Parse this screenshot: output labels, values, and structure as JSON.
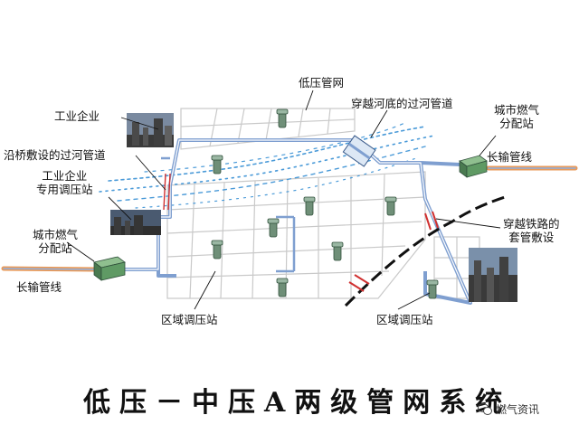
{
  "labels": {
    "low_pressure_network": "低压管网",
    "river_bottom_crossing": "穿越河底的过河管道",
    "city_gas_station_right": "城市燃气\n分配站",
    "long_pipeline_right": "长输管线",
    "industrial_enterprise": "工业企业",
    "bridge_crossing": "沿桥敷设的过河管道",
    "industrial_dedicated_station": "工业企业\n专用调压站",
    "city_gas_station_left": "城市燃气\n分配站",
    "long_pipeline_left": "长输管线",
    "regional_station_left": "区域调压站",
    "regional_station_right": "区域调压站",
    "railway_casing": "穿越铁路的\n套管敷设"
  },
  "footer": {
    "title": "低压－中压A两级管网系统",
    "watermark": "燃气资讯"
  },
  "colors": {
    "pipe_blue": "#7f9fd0",
    "grid_line": "#c8c8c8",
    "river_blue": "#4a9ad8",
    "long_pipe_orange": "#e89a5a",
    "station_green": "#4a7a50",
    "railway": "#111111",
    "crossing_red": "#d03030"
  }
}
